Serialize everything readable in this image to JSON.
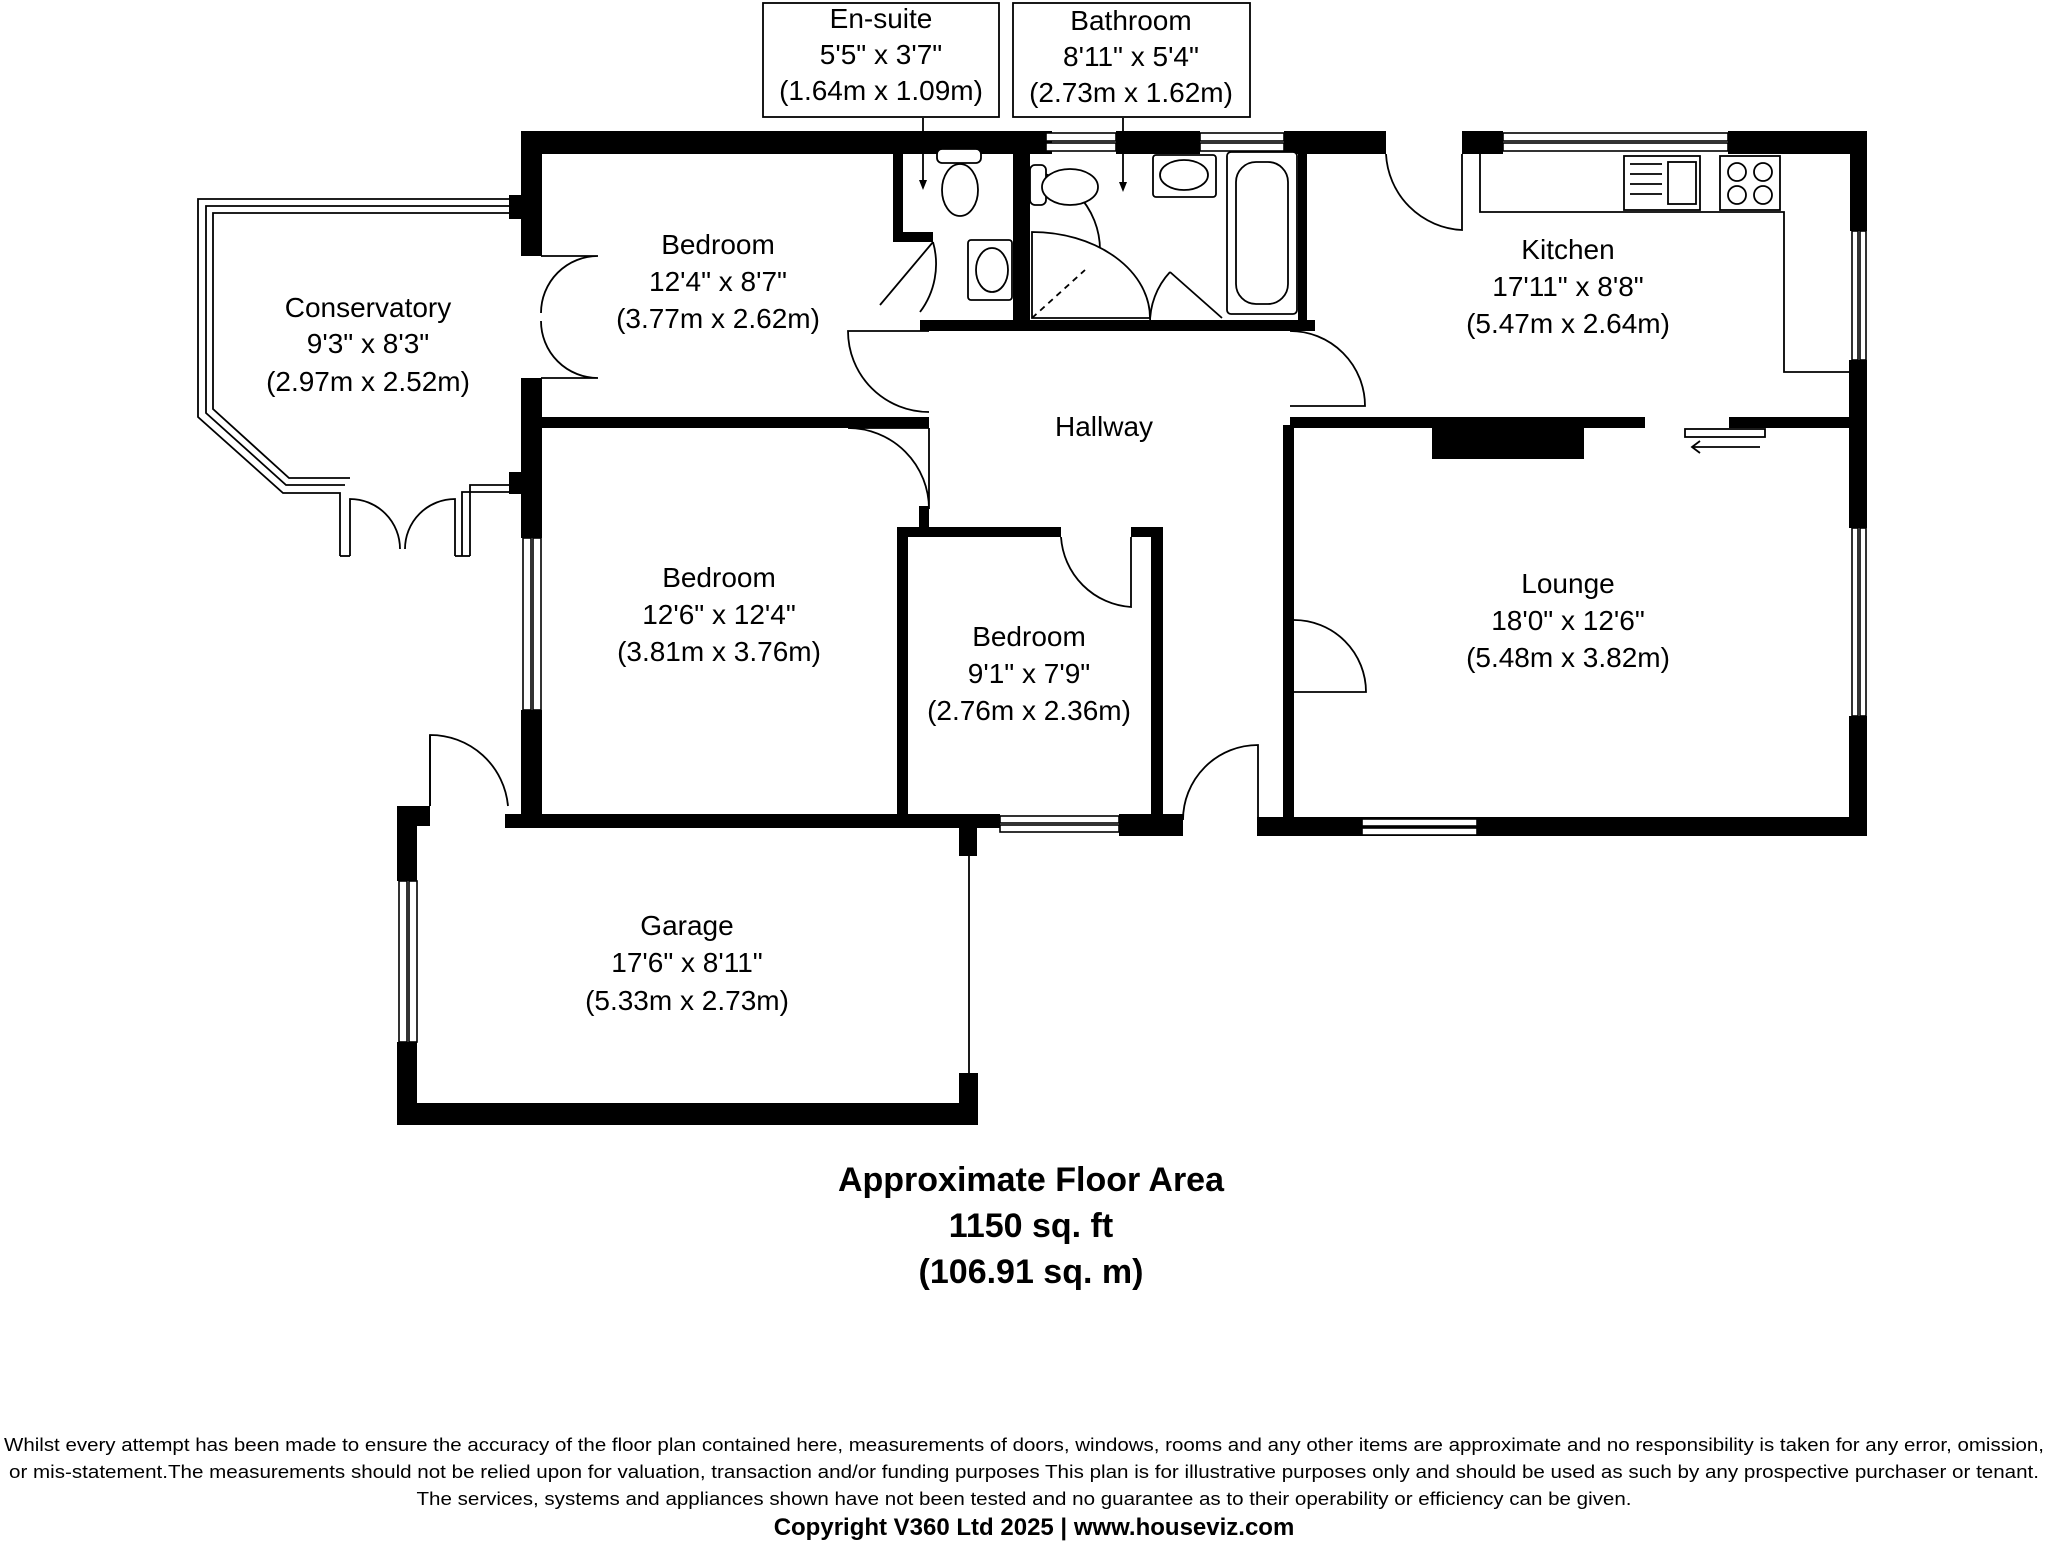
{
  "rooms": {
    "ensuite": {
      "name": "En-suite",
      "imperial": "5'5\" x 3'7\"",
      "metric": "(1.64m x 1.09m)"
    },
    "bathroom": {
      "name": "Bathroom",
      "imperial": "8'11\" x 5'4\"",
      "metric": "(2.73m x 1.62m)"
    },
    "bedroom1": {
      "name": "Bedroom",
      "imperial": "12'4\" x 8'7\"",
      "metric": "(3.77m x 2.62m)"
    },
    "conservatory": {
      "name": "Conservatory",
      "imperial": "9'3\" x 8'3\"",
      "metric": "(2.97m x 2.52m)"
    },
    "kitchen": {
      "name": "Kitchen",
      "imperial": "17'11\" x 8'8\"",
      "metric": "(5.47m x 2.64m)"
    },
    "hallway": {
      "name": "Hallway"
    },
    "bedroom2": {
      "name": "Bedroom",
      "imperial": "12'6\" x 12'4\"",
      "metric": "(3.81m x 3.76m)"
    },
    "bedroom3": {
      "name": "Bedroom",
      "imperial": "9'1\" x 7'9\"",
      "metric": "(2.76m x 2.36m)"
    },
    "lounge": {
      "name": "Lounge",
      "imperial": "18'0\" x 12'6\"",
      "metric": "(5.48m x 3.82m)"
    },
    "garage": {
      "name": "Garage",
      "imperial": "17'6\" x 8'11\"",
      "metric": "(5.33m x 2.73m)"
    }
  },
  "area": {
    "title": "Approximate Floor Area",
    "sqft": "1150 sq. ft",
    "sqm": "(106.91 sq. m)"
  },
  "disclaimer": {
    "line1": "Whilst every attempt has been made to ensure the accuracy of the floor plan contained here, measurements of doors, windows, rooms and any other items are approximate and no responsibility is taken for any error, omission,",
    "line2": "or mis-statement.The measurements should not be relied upon for valuation, transaction and/or funding purposes This plan is for illustrative purposes only and should be used as such by any prospective purchaser or tenant.",
    "line3": "The services, systems and appliances shown have not been tested and no guarantee as to their operability or efficiency can be given."
  },
  "copyright": "Copyright V360 Ltd 2025 | www.houseviz.com"
}
